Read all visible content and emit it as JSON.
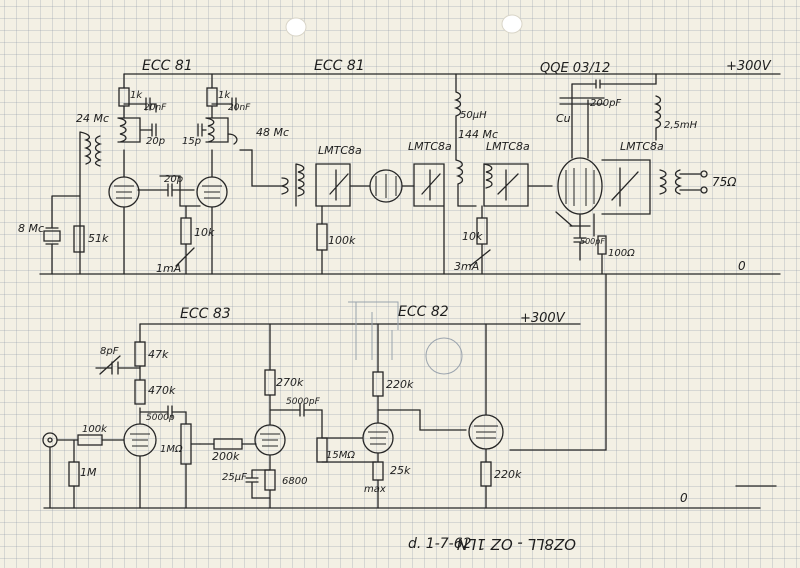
{
  "top_circuit": {
    "tube_labels": [
      "ECC 81",
      "ECC 81",
      "QQE 03/12"
    ],
    "supply": "+300V",
    "ground": "0",
    "freqs": [
      "24 Mc",
      "48 Mc",
      "144 Mc",
      "8 Mc"
    ],
    "coil_labels": [
      "LMTC8a",
      "LMTC8a",
      "LMTC8a",
      "LMTC8a"
    ],
    "components": {
      "r_1k_a": "1k",
      "r_1k_b": "1k",
      "c_20nF": "20nF",
      "c_20nF_b": "20nF",
      "c_20p": "20p",
      "c_15p": "15p",
      "c_20p_couple": "20p",
      "r_51k": "51k",
      "r_10k": "10k",
      "r_100k": "100k",
      "r_10k_b": "10k",
      "l_50uH": "50µH",
      "c_200pF": "200pF",
      "l_2_5mH": "2,5mH",
      "c_500pF": "500pF",
      "r_100ohm": "100Ω",
      "cu": "Cu",
      "out_75": "75Ω",
      "meter_1mA": "1mA",
      "meter_3mA": "3mA"
    }
  },
  "bottom_circuit": {
    "tube_labels": [
      "ECC 83",
      "ECC 82"
    ],
    "supply": "+300V",
    "ground": "0",
    "components": {
      "c_8pF": "8pF",
      "r_47k": "47k",
      "r_470k": "470k",
      "r_100k": "100k",
      "r_1M": "1M",
      "c_5000p": "5000p",
      "pot_1Mohm": "1MΩ",
      "r_200k": "200k",
      "r_270k": "270k",
      "c_5000pF": "5000pF",
      "c_25uF": "25µF",
      "r_6800": "6800",
      "r_15Mohm": "15MΩ",
      "pot_25k": "25k",
      "max": "max",
      "r_220k": "220k",
      "r_220k_b": "220k"
    }
  },
  "footer": {
    "date": "d. 1-7-62",
    "callsign": "OZ8LL - OZ 1LN"
  }
}
